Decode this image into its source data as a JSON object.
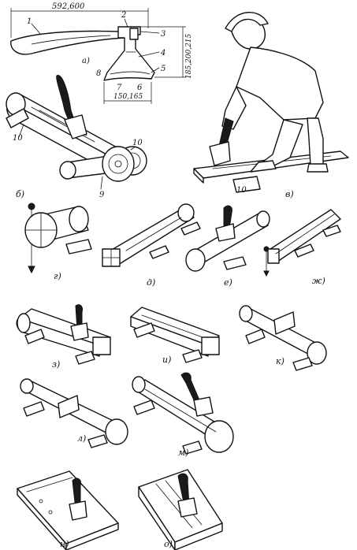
{
  "figure": {
    "axe": {
      "dim_length": "592,600",
      "dim_height": "185,200,215",
      "dim_blade": "150,165",
      "parts": [
        "1",
        "2",
        "3",
        "4",
        "5",
        "6",
        "7",
        "8"
      ],
      "panel_label": "а)"
    },
    "panels": {
      "b": {
        "label": "б)",
        "callouts": [
          "10",
          "10",
          "9"
        ]
      },
      "v": {
        "label": "в)",
        "callouts": [
          "10"
        ]
      },
      "g": {
        "label": "г)"
      },
      "d": {
        "label": "д)"
      },
      "e": {
        "label": "е)"
      },
      "zh": {
        "label": "ж)"
      },
      "z": {
        "label": "з)"
      },
      "i": {
        "label": "и)"
      },
      "k": {
        "label": "к)"
      },
      "l": {
        "label": "л)"
      },
      "m": {
        "label": "м)"
      },
      "n": {
        "label": "н)"
      },
      "o": {
        "label": "о)"
      }
    }
  }
}
